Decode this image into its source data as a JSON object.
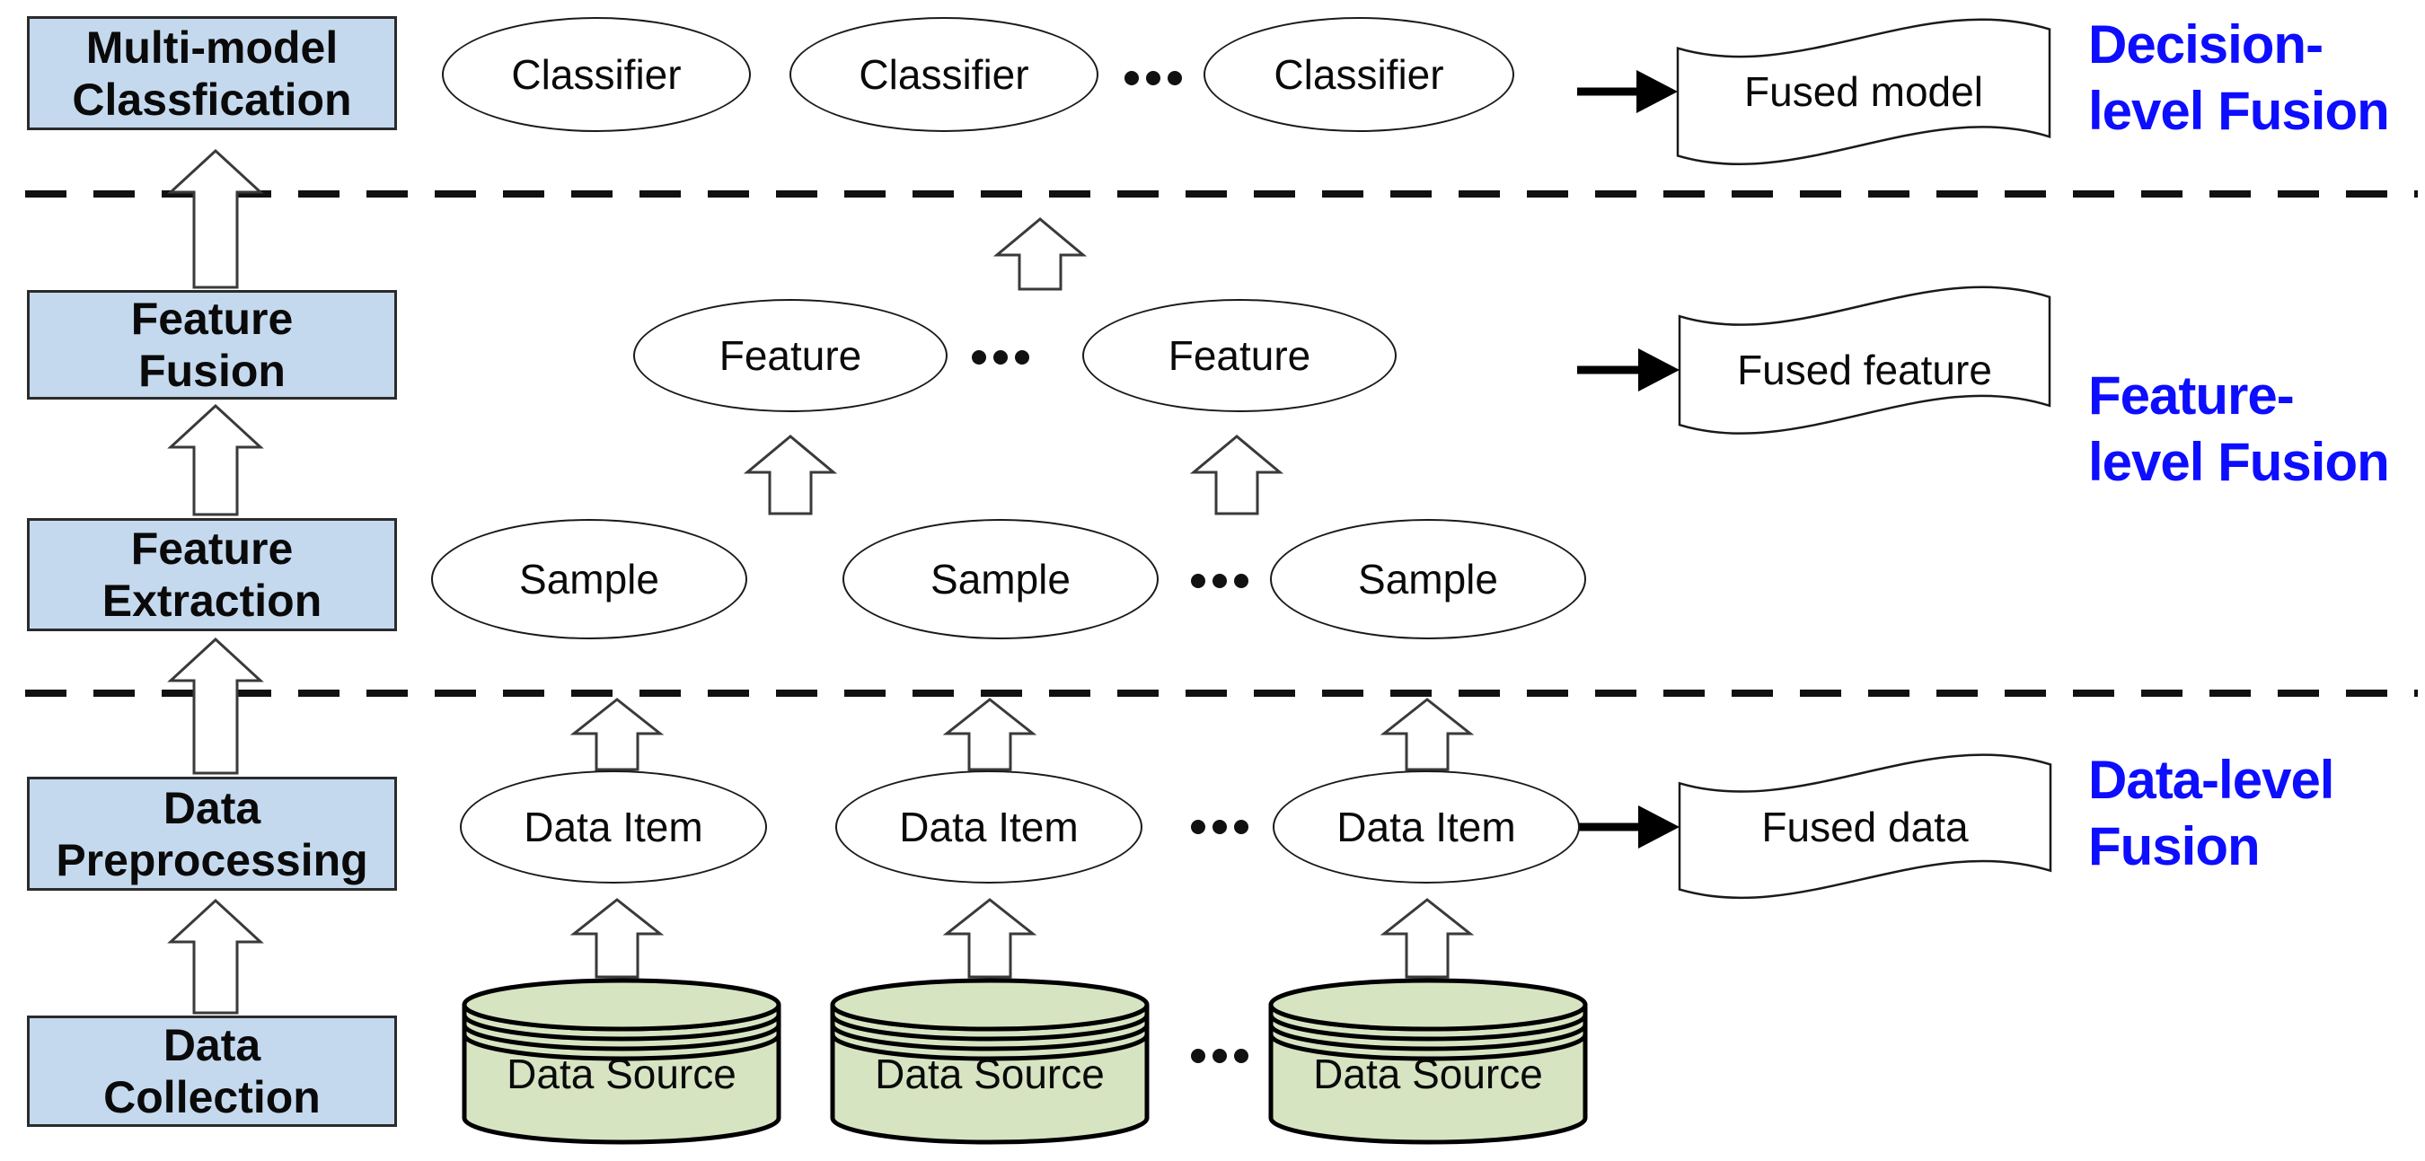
{
  "colors": {
    "level_label_blue": "#0d0dff",
    "process_box_fill": "#c5d9ee",
    "process_box_border": "#2b2b2b",
    "data_source_fill": "#d7e4c2",
    "shape_border": "#1a1a1a"
  },
  "process_steps": [
    {
      "line1": "Multi-model",
      "line2": "Classfication"
    },
    {
      "line1": "Feature",
      "line2": "Fusion"
    },
    {
      "line1": "Feature",
      "line2": "Extraction"
    },
    {
      "line1": "Data",
      "line2": "Preprocessing"
    },
    {
      "line1": "Data",
      "line2": "Collection"
    }
  ],
  "classifiers": [
    "Classifier",
    "Classifier",
    "Classifier"
  ],
  "features": [
    "Feature",
    "Feature"
  ],
  "samples": [
    "Sample",
    "Sample",
    "Sample"
  ],
  "data_items": [
    "Data Item",
    "Data Item",
    "Data Item"
  ],
  "data_sources": [
    "Data Source",
    "Data Source",
    "Data Source"
  ],
  "fused_outputs": {
    "model": "Fused model",
    "feature": "Fused feature",
    "data": "Fused data"
  },
  "level_labels": [
    {
      "line1": "Decision-",
      "line2": "level Fusion"
    },
    {
      "line1": "Feature-",
      "line2": "level Fusion"
    },
    {
      "line1": "Data-level",
      "line2": "Fusion"
    }
  ]
}
